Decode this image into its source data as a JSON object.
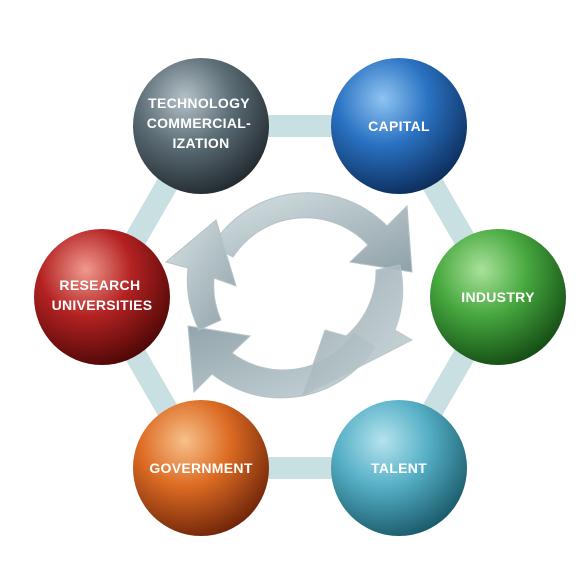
{
  "diagram": {
    "nodes": [
      {
        "id": "technology-commercialization",
        "lines": [
          "TECHNOLOGY",
          "COMMERCIAL-",
          "IZATION"
        ],
        "color": "#4a5a63"
      },
      {
        "id": "capital",
        "lines": [
          "CAPITAL"
        ],
        "color": "#1a5fa8"
      },
      {
        "id": "industry",
        "lines": [
          "INDUSTRY"
        ],
        "color": "#3f9a3a"
      },
      {
        "id": "talent",
        "lines": [
          "TALENT"
        ],
        "color": "#4aa3b8"
      },
      {
        "id": "government",
        "lines": [
          "GOVERNMENT"
        ],
        "color": "#d0601d"
      },
      {
        "id": "research-universities",
        "lines": [
          "RESEARCH",
          "UNIVERSITIES"
        ],
        "color": "#a31a1a"
      }
    ],
    "ring_color": "#c7dfe2",
    "arrow_color": "#a9b9bf"
  }
}
